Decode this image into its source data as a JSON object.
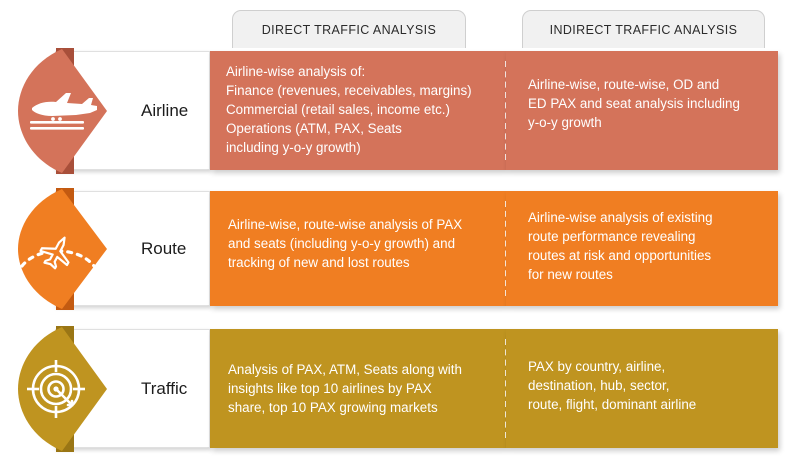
{
  "headers": [
    {
      "id": "direct",
      "label": "DIRECT TRAFFIC ANALYSIS"
    },
    {
      "id": "indirect",
      "label": "INDIRECT TRAFFIC ANALYSIS"
    }
  ],
  "rows": [
    {
      "id": "airline",
      "label": "Airline",
      "icon": "airplane-side-icon",
      "color": "#d4735a",
      "shadow_color": "#a84f3a",
      "direct_text": "Airline-wise analysis of:\n    Finance (revenues, receivables, margins)\n    Commercial (retail sales, income etc.)\n    Operations (ATM, PAX, Seats\n    including y-o-y growth)",
      "indirect_text": "Airline-wise, route-wise, OD and\nED PAX and seat  analysis including\ny-o-y growth"
    },
    {
      "id": "route",
      "label": "Route",
      "icon": "airplane-route-icon",
      "color": "#f07e22",
      "shadow_color": "#c35a11",
      "direct_text": "Airline-wise, route-wise analysis of PAX\nand seats (including y-o-y growth) and\ntracking of new and lost routes",
      "indirect_text": "Airline-wise analysis of existing\nroute performance revealing\nroutes at risk and opportunities\nfor new routes"
    },
    {
      "id": "traffic",
      "label": "Traffic",
      "icon": "radar-target-icon",
      "color": "#bf9420",
      "shadow_color": "#9a7615",
      "direct_text": "Analysis of PAX, ATM, Seats along with\ninsights like  top 10 airlines by PAX\nshare, top 10 PAX growing markets",
      "indirect_text": "PAX by country, airline,\ndestination, hub, sector,\nroute, flight, dominant airline"
    }
  ]
}
